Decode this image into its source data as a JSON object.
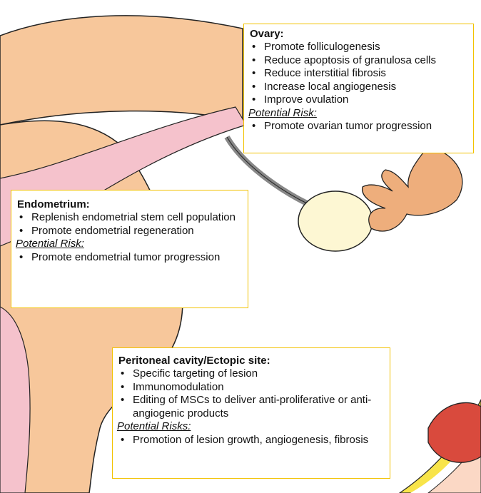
{
  "boxes": {
    "ovary": {
      "title": "Ovary:",
      "benefits": [
        "Promote folliculogenesis",
        "Reduce apoptosis of granulosa cells",
        "Reduce interstitial fibrosis",
        "Increase local angiogenesis",
        "Improve ovulation"
      ],
      "risk_heading": "Potential Risk:",
      "risks": [
        "Promote ovarian tumor progression"
      ]
    },
    "endometrium": {
      "title": "Endometrium:",
      "benefits": [
        "Replenish endometrial stem cell population",
        "Promote endometrial regeneration"
      ],
      "risk_heading": "Potential Risk:",
      "risks": [
        "Promote endometrial tumor progression"
      ]
    },
    "peritoneal": {
      "title": "Peritoneal cavity/Ectopic site:",
      "benefits": [
        "Specific targeting of lesion",
        "Immunomodulation",
        "Editing of MSCs to deliver anti-proliferative or anti-angiogenic products"
      ],
      "risk_heading": "Potential Risks:",
      "risks": [
        "Promotion of lesion growth, angiogenesis, fibrosis"
      ]
    }
  },
  "colors": {
    "box_border": "#f2c200",
    "uterus_wall": "#f7c79b",
    "tube_pink": "#f5c2cc",
    "ovary": "#fdf7d3",
    "fimbriae": "#eeae7c",
    "lesion": "#d94a3d",
    "peritoneum_yellow": "#f8e44a"
  }
}
